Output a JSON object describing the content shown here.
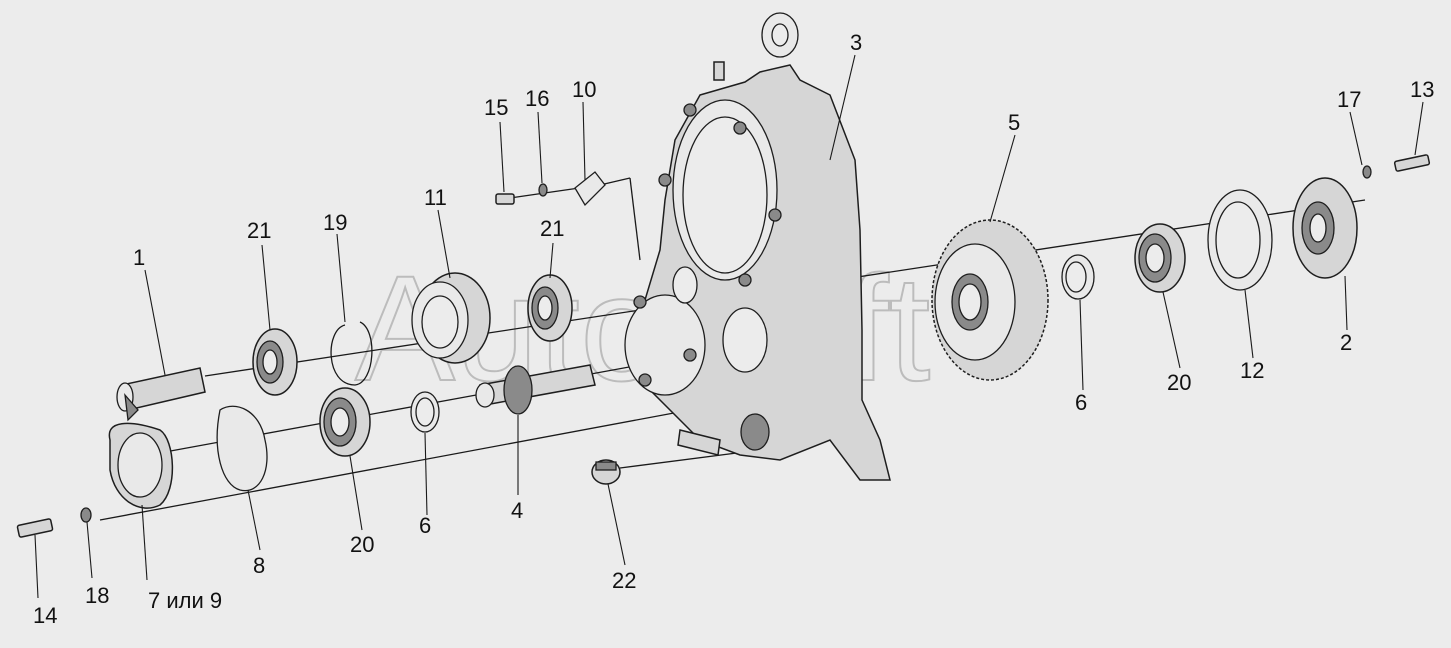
{
  "watermark": "AutoSoft",
  "callouts": [
    {
      "id": "1",
      "text": "1"
    },
    {
      "id": "2",
      "text": "2"
    },
    {
      "id": "3",
      "text": "3"
    },
    {
      "id": "4",
      "text": "4"
    },
    {
      "id": "5",
      "text": "5"
    },
    {
      "id": "6a",
      "text": "6"
    },
    {
      "id": "6b",
      "text": "6"
    },
    {
      "id": "7or9",
      "text": "7 или 9"
    },
    {
      "id": "8",
      "text": "8"
    },
    {
      "id": "10",
      "text": "10"
    },
    {
      "id": "11",
      "text": "11"
    },
    {
      "id": "12",
      "text": "12"
    },
    {
      "id": "13",
      "text": "13"
    },
    {
      "id": "14",
      "text": "14"
    },
    {
      "id": "15",
      "text": "15"
    },
    {
      "id": "16",
      "text": "16"
    },
    {
      "id": "17",
      "text": "17"
    },
    {
      "id": "18",
      "text": "18"
    },
    {
      "id": "19",
      "text": "19"
    },
    {
      "id": "20a",
      "text": "20"
    },
    {
      "id": "20b",
      "text": "20"
    },
    {
      "id": "21a",
      "text": "21"
    },
    {
      "id": "21b",
      "text": "21"
    },
    {
      "id": "22",
      "text": "22"
    }
  ]
}
